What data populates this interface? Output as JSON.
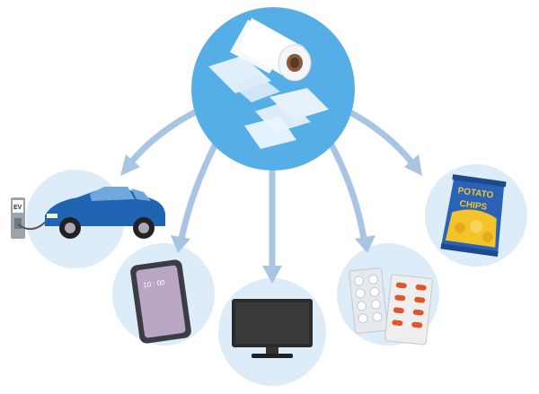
{
  "illustration": {
    "center": {
      "subject": "plastic film roll and sheets"
    },
    "applications": [
      {
        "name": "electric-car"
      },
      {
        "name": "smartphone",
        "screen_text": "10 : 00"
      },
      {
        "name": "television"
      },
      {
        "name": "blister-pack-medicine"
      },
      {
        "name": "snack-bag",
        "bag_text": [
          "POTATO",
          "CHIPS"
        ]
      }
    ],
    "charger_label": "EV",
    "colors": {
      "hub": "#56aee6",
      "satellite": "#dcecf8",
      "arrow": "#a9c5e4",
      "car": "#1f64b3",
      "bag_blue": "#2a62b8",
      "bag_yellow": "#f3c42a",
      "pill": "#e0552a"
    }
  }
}
